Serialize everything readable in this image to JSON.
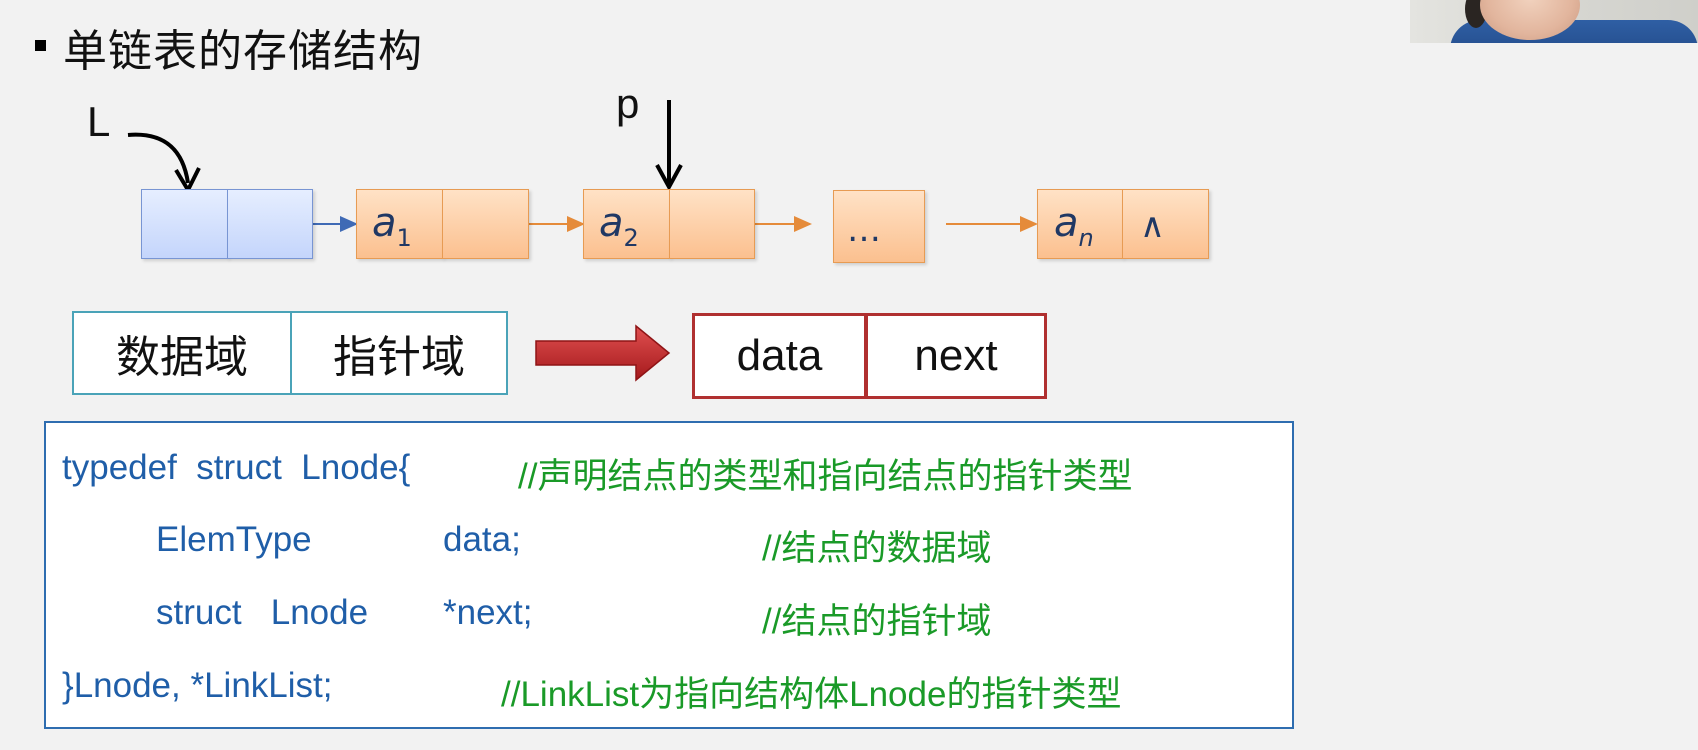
{
  "title": "单链表的存储结构",
  "pointers": {
    "head": "L",
    "current": "p"
  },
  "nodes": [
    {
      "name": "a",
      "sub": "1"
    },
    {
      "name": "a",
      "sub": "2"
    },
    {
      "name": "a",
      "sub": "n"
    }
  ],
  "ellipsis": "…",
  "null_symbol": "∧",
  "fields_cn": {
    "data": "数据域",
    "pointer": "指针域"
  },
  "fields_en": {
    "data": "data",
    "next": "next"
  },
  "code": {
    "line1": {
      "code": "typedef  struct  Lnode{",
      "comment": "//声明结点的类型和指向结点的指针类型"
    },
    "line2": {
      "type": "ElemType",
      "field": "data;",
      "comment": "//结点的数据域"
    },
    "line3": {
      "type": "struct   Lnode",
      "field": "*next;",
      "comment": "//结点的指针域"
    },
    "line4": {
      "code": "}Lnode, *LinkList;",
      "comment": "//LinkList为指向结构体Lnode的指针类型"
    }
  },
  "colors": {
    "head_node": "#c4d5fb",
    "data_node": "#fbc08f",
    "code_keyword": "#1f5ea8",
    "code_comment": "#1a9a28",
    "transform_arrow": "#c0282a"
  }
}
